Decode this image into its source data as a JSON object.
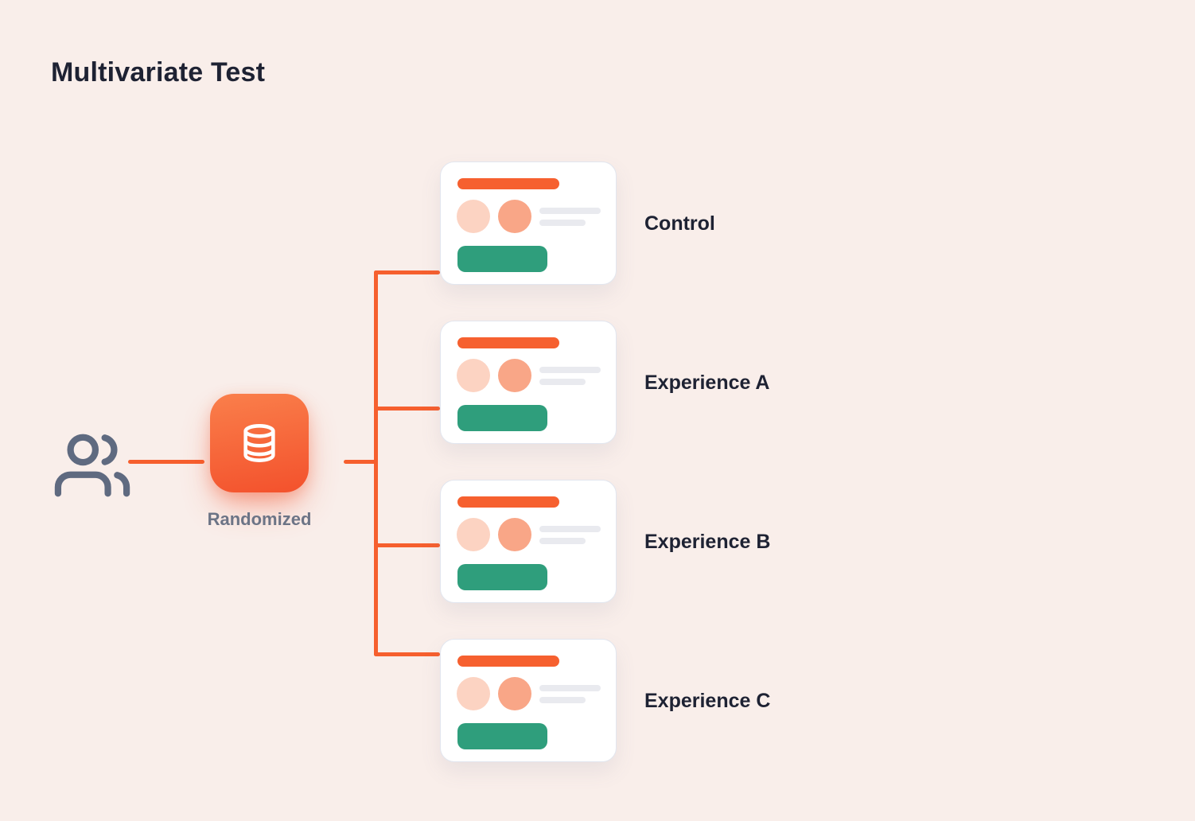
{
  "title": "Multivariate Test",
  "source": {
    "icon": "users"
  },
  "randomizer": {
    "label": "Randomized",
    "icon": "database"
  },
  "variants": [
    {
      "label": "Control"
    },
    {
      "label": "Experience A"
    },
    {
      "label": "Experience B"
    },
    {
      "label": "Experience C"
    }
  ],
  "colors": {
    "background": "#f9eeea",
    "accent_orange": "#f65f2e",
    "box_gradient_top": "#fa7f4b",
    "box_gradient_bottom": "#f3512c",
    "button_green": "#2f9e7c",
    "avatar_peach_light": "#fcd3c2",
    "avatar_peach": "#f9a687",
    "skeleton_gray": "#e9eaef",
    "text_dark": "#1e2233",
    "text_gray": "#6c7486",
    "icon_gray": "#5f6a80",
    "card_border": "#e2e6ef"
  }
}
